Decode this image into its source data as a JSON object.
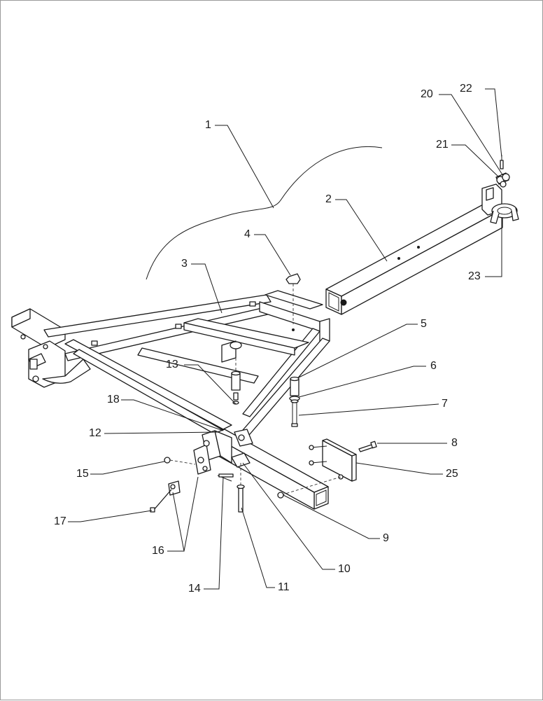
{
  "diagram": {
    "callouts": [
      {
        "id": "c1",
        "label": "1"
      },
      {
        "id": "c2",
        "label": "2"
      },
      {
        "id": "c3",
        "label": "3"
      },
      {
        "id": "c4",
        "label": "4"
      },
      {
        "id": "c5",
        "label": "5"
      },
      {
        "id": "c6",
        "label": "6"
      },
      {
        "id": "c7",
        "label": "7"
      },
      {
        "id": "c8",
        "label": "8"
      },
      {
        "id": "c9",
        "label": "9"
      },
      {
        "id": "c10",
        "label": "10"
      },
      {
        "id": "c11",
        "label": "11"
      },
      {
        "id": "c12",
        "label": "12"
      },
      {
        "id": "c13",
        "label": "13"
      },
      {
        "id": "c14",
        "label": "14"
      },
      {
        "id": "c15",
        "label": "15"
      },
      {
        "id": "c16",
        "label": "16"
      },
      {
        "id": "c17",
        "label": "17"
      },
      {
        "id": "c18",
        "label": "18"
      },
      {
        "id": "c20",
        "label": "20"
      },
      {
        "id": "c21",
        "label": "21"
      },
      {
        "id": "c22",
        "label": "22"
      },
      {
        "id": "c23",
        "label": "23"
      },
      {
        "id": "c25",
        "label": "25"
      }
    ]
  }
}
